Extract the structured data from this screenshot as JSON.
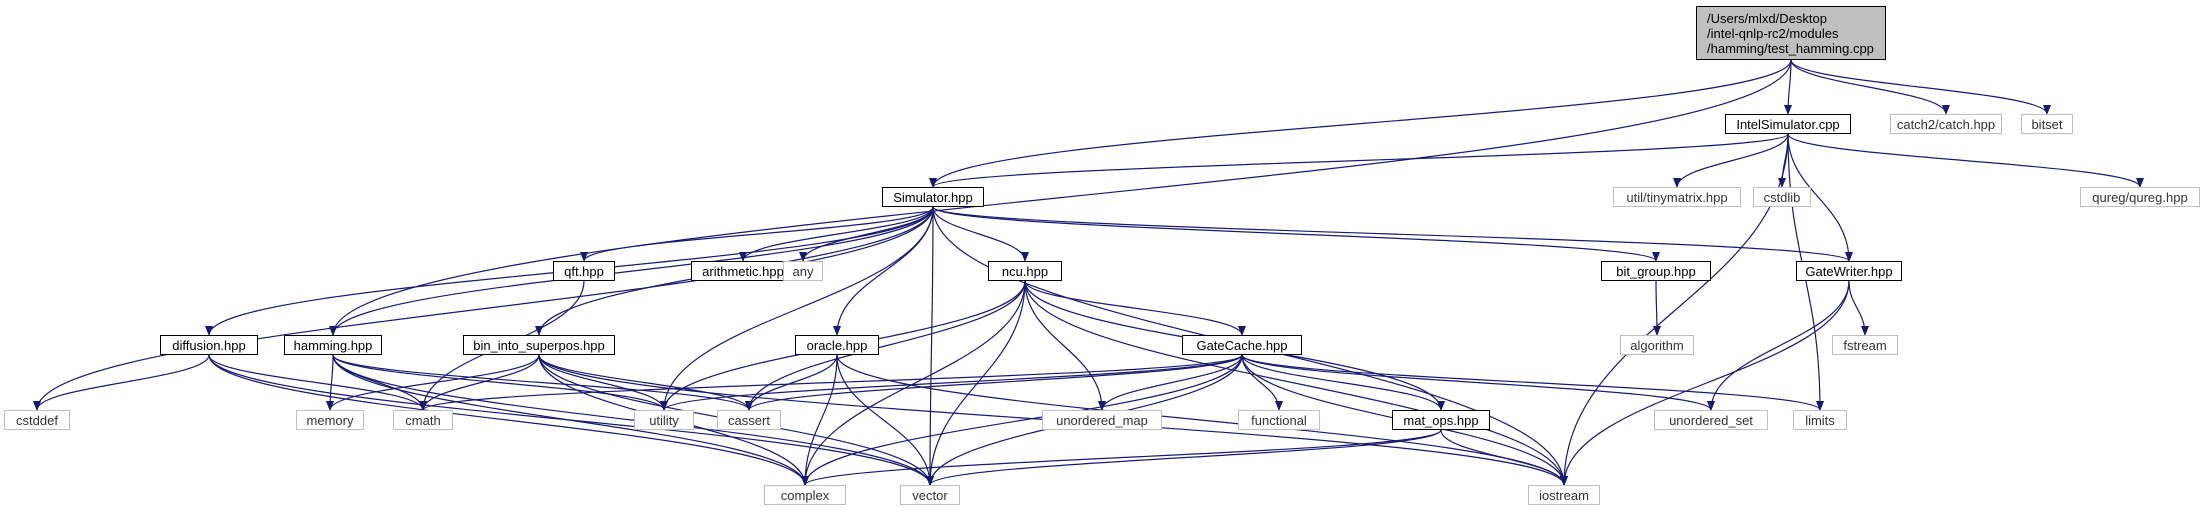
{
  "colors": {
    "edge": "#191970",
    "root_fill": "#bfbfbf",
    "node_border": "#000000",
    "external_border": "#bfbfbf"
  },
  "nodes": {
    "test_hamming": "/Users/mlxd/Desktop\n/intel-qnlp-rc2/modules\n/hamming/test_hamming.cpp",
    "intel_simulator": "IntelSimulator.cpp",
    "catch": "catch2/catch.hpp",
    "bitset": "bitset",
    "simulator": "Simulator.hpp",
    "tinymatrix": "util/tinymatrix.hpp",
    "cstdlib": "cstdlib",
    "qureg": "qureg/qureg.hpp",
    "qft": "qft.hpp",
    "arithmetic": "arithmetic.hpp",
    "any": "any",
    "ncu": "ncu.hpp",
    "bit_group": "bit_group.hpp",
    "gate_writer": "GateWriter.hpp",
    "diffusion": "diffusion.hpp",
    "hamming": "hamming.hpp",
    "bin_into_superpos": "bin_into_superpos.hpp",
    "oracle": "oracle.hpp",
    "gate_cache": "GateCache.hpp",
    "algorithm": "algorithm",
    "fstream": "fstream",
    "cstddef": "cstddef",
    "memory": "memory",
    "cmath": "cmath",
    "utility": "utility",
    "cassert": "cassert",
    "unordered_map": "unordered_map",
    "functional": "functional",
    "mat_ops": "mat_ops.hpp",
    "unordered_set": "unordered_set",
    "limits": "limits",
    "complex": "complex",
    "vector": "vector",
    "iostream": "iostream"
  },
  "edges": [
    [
      "test_hamming",
      "intel_simulator"
    ],
    [
      "test_hamming",
      "catch"
    ],
    [
      "test_hamming",
      "bitset"
    ],
    [
      "test_hamming",
      "simulator"
    ],
    [
      "test_hamming",
      "hamming"
    ],
    [
      "intel_simulator",
      "simulator"
    ],
    [
      "intel_simulator",
      "tinymatrix"
    ],
    [
      "intel_simulator",
      "cstdlib"
    ],
    [
      "intel_simulator",
      "qureg"
    ],
    [
      "intel_simulator",
      "gate_writer"
    ],
    [
      "intel_simulator",
      "limits"
    ],
    [
      "intel_simulator",
      "iostream"
    ],
    [
      "simulator",
      "qft"
    ],
    [
      "simulator",
      "arithmetic"
    ],
    [
      "simulator",
      "any"
    ],
    [
      "simulator",
      "ncu"
    ],
    [
      "simulator",
      "bit_group"
    ],
    [
      "simulator",
      "gate_writer"
    ],
    [
      "simulator",
      "diffusion"
    ],
    [
      "simulator",
      "hamming"
    ],
    [
      "simulator",
      "bin_into_superpos"
    ],
    [
      "simulator",
      "oracle"
    ],
    [
      "simulator",
      "cstddef"
    ],
    [
      "simulator",
      "utility"
    ],
    [
      "simulator",
      "vector"
    ],
    [
      "simulator",
      "iostream"
    ],
    [
      "bit_group",
      "algorithm"
    ],
    [
      "gate_writer",
      "fstream"
    ],
    [
      "gate_writer",
      "unordered_set"
    ],
    [
      "gate_writer",
      "iostream"
    ],
    [
      "qft",
      "cmath"
    ],
    [
      "ncu",
      "gate_cache"
    ],
    [
      "ncu",
      "mat_ops"
    ],
    [
      "ncu",
      "unordered_map"
    ],
    [
      "ncu",
      "cassert"
    ],
    [
      "ncu",
      "utility"
    ],
    [
      "ncu",
      "complex"
    ],
    [
      "ncu",
      "vector"
    ],
    [
      "ncu",
      "iostream"
    ],
    [
      "diffusion",
      "cstddef"
    ],
    [
      "diffusion",
      "cmath"
    ],
    [
      "diffusion",
      "complex"
    ],
    [
      "diffusion",
      "vector"
    ],
    [
      "hamming",
      "memory"
    ],
    [
      "hamming",
      "cmath"
    ],
    [
      "hamming",
      "utility"
    ],
    [
      "hamming",
      "cassert"
    ],
    [
      "hamming",
      "complex"
    ],
    [
      "hamming",
      "vector"
    ],
    [
      "bin_into_superpos",
      "memory"
    ],
    [
      "bin_into_superpos",
      "cmath"
    ],
    [
      "bin_into_superpos",
      "utility"
    ],
    [
      "bin_into_superpos",
      "cassert"
    ],
    [
      "bin_into_superpos",
      "complex"
    ],
    [
      "bin_into_superpos",
      "vector"
    ],
    [
      "bin_into_superpos",
      "iostream"
    ],
    [
      "oracle",
      "cassert"
    ],
    [
      "oracle",
      "complex"
    ],
    [
      "oracle",
      "vector"
    ],
    [
      "oracle",
      "iostream"
    ],
    [
      "gate_cache",
      "cmath"
    ],
    [
      "gate_cache",
      "utility"
    ],
    [
      "gate_cache",
      "cassert"
    ],
    [
      "gate_cache",
      "unordered_map"
    ],
    [
      "gate_cache",
      "functional"
    ],
    [
      "gate_cache",
      "mat_ops"
    ],
    [
      "gate_cache",
      "unordered_set"
    ],
    [
      "gate_cache",
      "limits"
    ],
    [
      "gate_cache",
      "complex"
    ],
    [
      "gate_cache",
      "vector"
    ],
    [
      "gate_cache",
      "iostream"
    ],
    [
      "mat_ops",
      "complex"
    ],
    [
      "mat_ops",
      "vector"
    ],
    [
      "mat_ops",
      "iostream"
    ]
  ]
}
